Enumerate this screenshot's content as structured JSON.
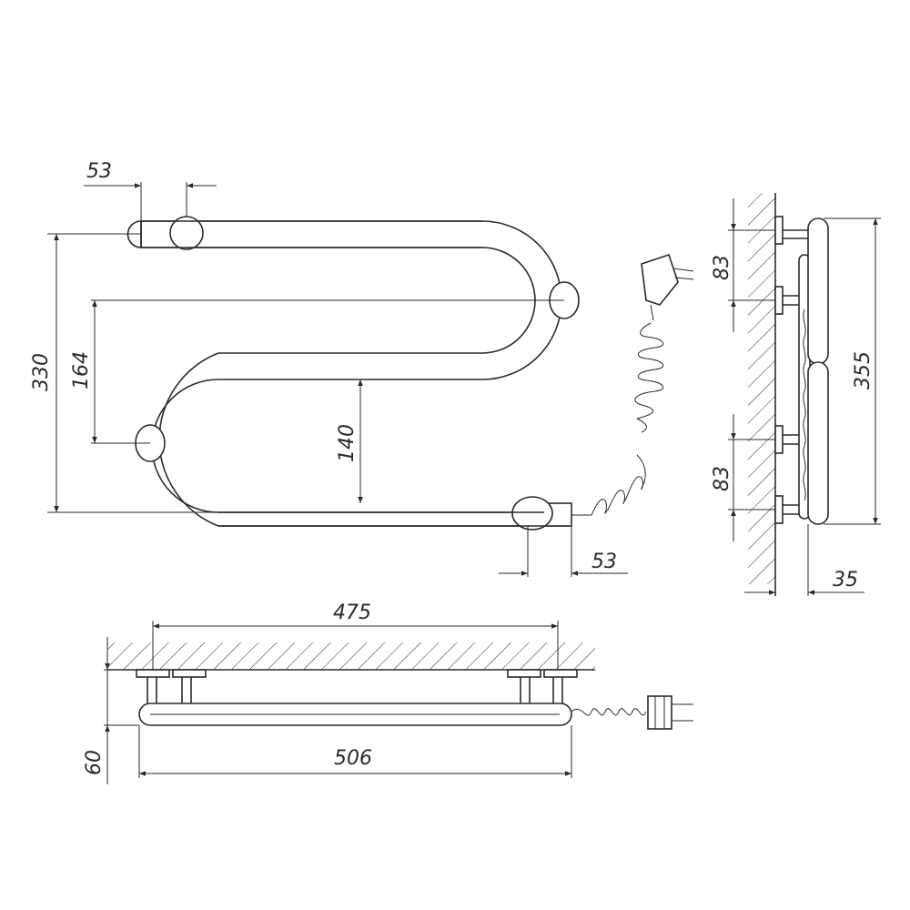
{
  "dimensions": {
    "top_left_offset": "53",
    "total_height": "330",
    "middle_offset": "164",
    "inner_gap": "140",
    "bottom_right_offset": "53",
    "side_spacing_top": "83",
    "side_spacing_bottom": "83",
    "side_height": "355",
    "side_depth": "35",
    "mount_span": "475",
    "total_width": "506",
    "wall_distance": "60"
  }
}
